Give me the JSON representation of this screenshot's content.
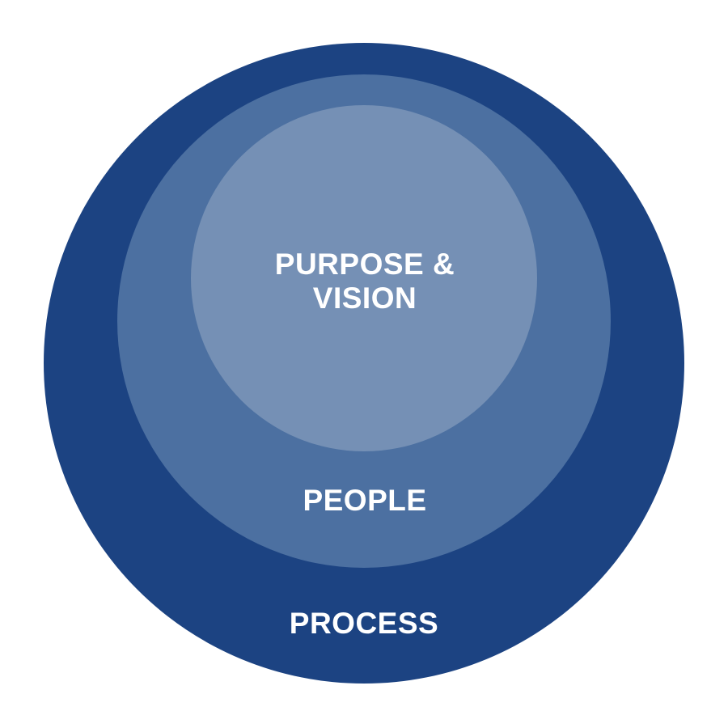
{
  "diagram": {
    "type": "concentric-circles",
    "background_color": "#ffffff",
    "label_color": "#ffffff",
    "rings": [
      {
        "label": "PROCESS",
        "color": "#1c4382"
      },
      {
        "label": "PEOPLE",
        "color": "#4c70a1"
      },
      {
        "label": "PURPOSE & VISION",
        "color": "#7590b5"
      }
    ]
  }
}
